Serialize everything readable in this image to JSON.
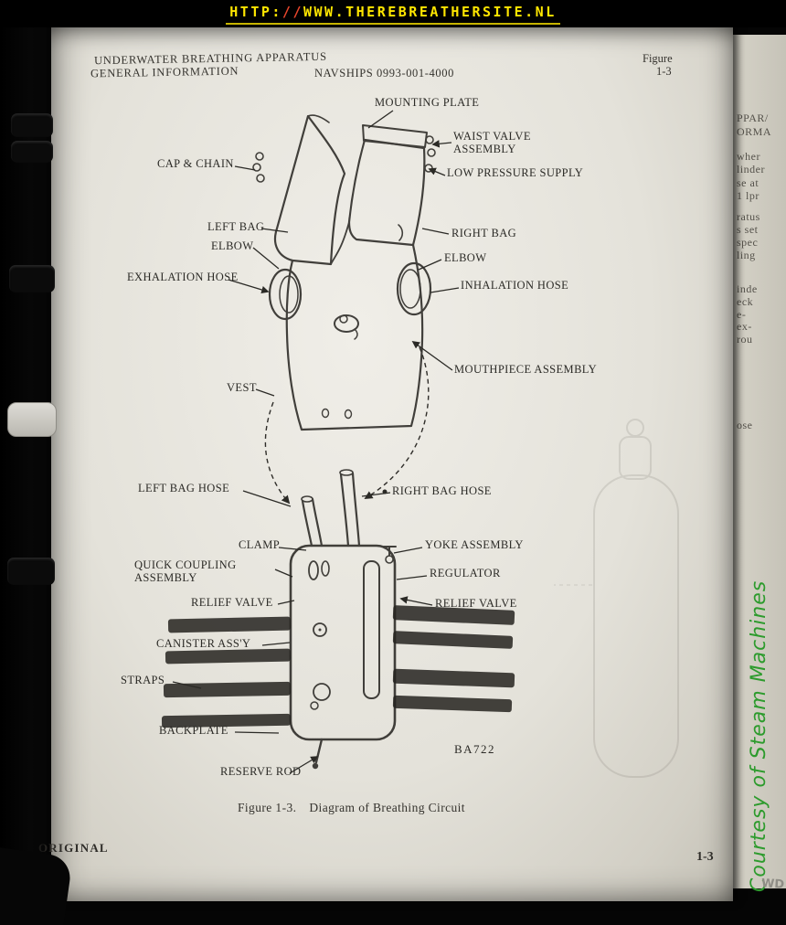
{
  "banner": {
    "prefix": "HTTP:",
    "slashes": "//",
    "host": "WWW.THEREBREATHERSITE.NL"
  },
  "page": {
    "doc_title_line1": "UNDERWATER BREATHING APPARATUS",
    "doc_title_line2": "GENERAL INFORMATION",
    "doc_number": "NAVSHIPS 0993-001-4000",
    "figure_word": "Figure",
    "figure_number": "1-3",
    "caption_prefix": "Figure 1-3.",
    "caption_text": "Diagram of Breathing Circuit",
    "footer_left": "ORIGINAL",
    "footer_right": "1-3"
  },
  "diagram": {
    "labels": [
      {
        "id": "mounting-plate",
        "text": "MOUNTING PLATE"
      },
      {
        "id": "waist-valve-assembly",
        "text": "WAIST VALVE\nASSEMBLY"
      },
      {
        "id": "cap-and-chain",
        "text": "CAP & CHAIN"
      },
      {
        "id": "low-pressure-supply",
        "text": "LOW PRESSURE SUPPLY"
      },
      {
        "id": "left-bag",
        "text": "LEFT BAG"
      },
      {
        "id": "right-bag",
        "text": "RIGHT BAG"
      },
      {
        "id": "elbow-left",
        "text": "ELBOW"
      },
      {
        "id": "elbow-right",
        "text": "ELBOW"
      },
      {
        "id": "exhalation-hose",
        "text": "EXHALATION HOSE"
      },
      {
        "id": "inhalation-hose",
        "text": "INHALATION HOSE"
      },
      {
        "id": "mouthpiece-assembly",
        "text": "MOUTHPIECE ASSEMBLY"
      },
      {
        "id": "vest",
        "text": "VEST"
      },
      {
        "id": "left-bag-hose",
        "text": "LEFT BAG HOSE"
      },
      {
        "id": "right-bag-hose",
        "text": "RIGHT BAG HOSE"
      },
      {
        "id": "clamp",
        "text": "CLAMP"
      },
      {
        "id": "yoke-assembly",
        "text": "YOKE ASSEMBLY"
      },
      {
        "id": "quick-coupling-assembly",
        "text": "QUICK COUPLING\nASSEMBLY"
      },
      {
        "id": "regulator",
        "text": "REGULATOR"
      },
      {
        "id": "relief-valve-left",
        "text": "RELIEF VALVE"
      },
      {
        "id": "relief-valve-right",
        "text": "RELIEF VALVE"
      },
      {
        "id": "canister-assembly",
        "text": "CANISTER ASS'Y"
      },
      {
        "id": "straps",
        "text": "STRAPS"
      },
      {
        "id": "backplate",
        "text": "BACKPLATE"
      },
      {
        "id": "reserve-rod",
        "text": "RESERVE ROD"
      },
      {
        "id": "drawing-code",
        "text": "BA722"
      }
    ]
  },
  "fragments": [
    "PPAR/",
    "ORMA",
    "wher",
    "linder",
    "se at",
    "1 lpr",
    "ratus",
    "s set",
    "spec",
    "ling",
    "inde",
    "eck",
    "e-",
    "ex-",
    "rou",
    "ose"
  ],
  "watermark": {
    "text": "Courtesy of Steam Machines",
    "color": "#2d9b2d"
  },
  "corner_mark": "WD"
}
